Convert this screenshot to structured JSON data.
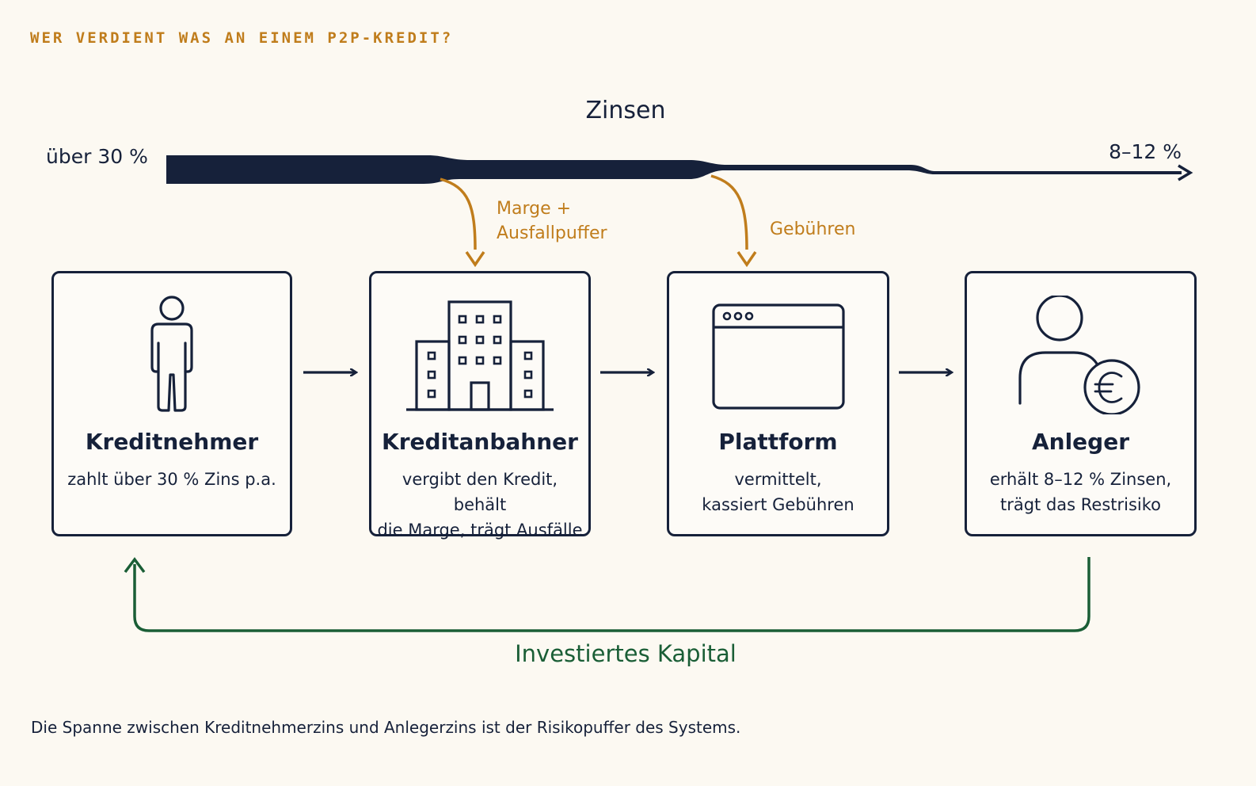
{
  "title": "WER VERDIENT WAS AN EINEM P2P-KREDIT?",
  "flow": {
    "label": "Zinsen",
    "start_value": "über 30 %",
    "end_value": "8–12 %"
  },
  "taps": [
    {
      "label": "Marge +\nAusfallpuffer"
    },
    {
      "label": "Gebühren"
    }
  ],
  "cards": [
    {
      "name": "Kreditnehmer",
      "desc": "zahlt über 30 % Zins p.a.",
      "icon": "person-icon"
    },
    {
      "name": "Kreditanbahner",
      "desc": "vergibt den Kredit, behält\ndie Marge, trägt Ausfälle",
      "icon": "office-building-icon"
    },
    {
      "name": "Plattform",
      "desc": "vermittelt,\nkassiert Gebühren",
      "icon": "browser-window-icon"
    },
    {
      "name": "Anleger",
      "desc": "erhält 8–12 % Zinsen,\nträgt das Restrisiko",
      "icon": "investor-euro-icon"
    }
  ],
  "loop": {
    "label": "Investiertes Kapital"
  },
  "footer": "Die Spanne zwischen Kreditnehmerzins und Anlegerzins ist der Risikopuffer des Systems.",
  "colors": {
    "ink": "#16213a",
    "accent_orange": "#c07d1c",
    "accent_green": "#1a5e36",
    "background": "#fcf9f2"
  }
}
